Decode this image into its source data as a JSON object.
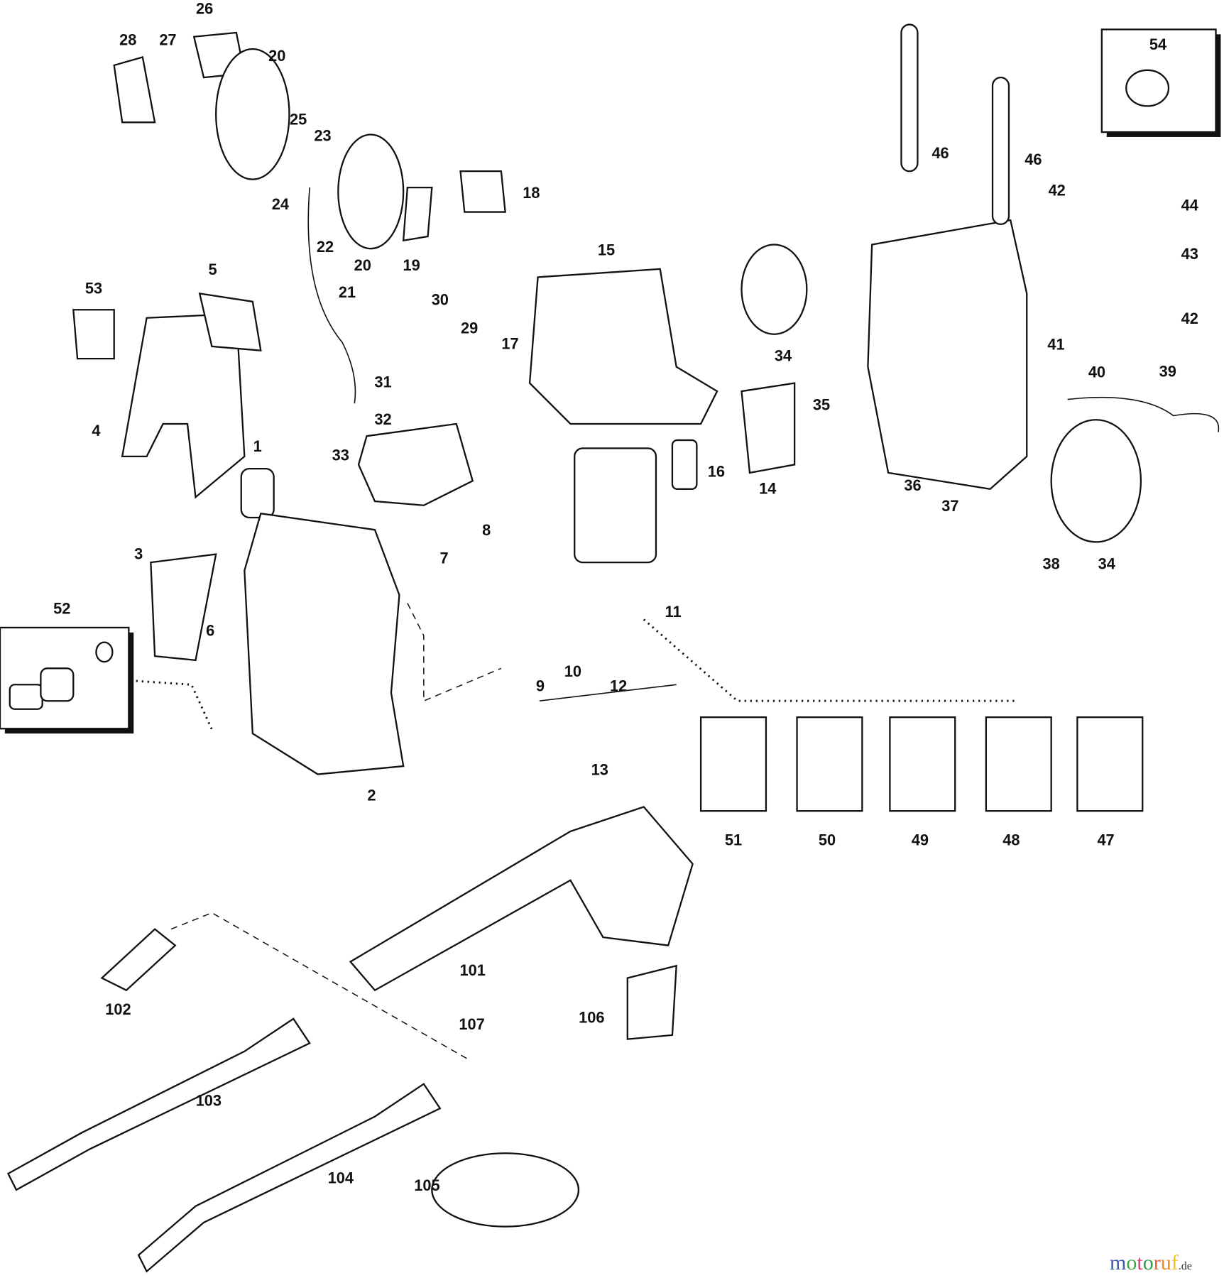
{
  "diagram": {
    "part_labels": [
      "26",
      "28",
      "27",
      "20",
      "25",
      "23",
      "24",
      "22",
      "20",
      "19",
      "18",
      "21",
      "15",
      "17",
      "30",
      "29",
      "31",
      "32",
      "33",
      "53",
      "5",
      "4",
      "1",
      "3",
      "6",
      "52",
      "2",
      "8",
      "7",
      "16",
      "11",
      "12",
      "10",
      "9",
      "13",
      "14",
      "34",
      "35",
      "36",
      "37",
      "38",
      "34",
      "39",
      "40",
      "41",
      "42",
      "42",
      "43",
      "44",
      "46",
      "46",
      "54",
      "51",
      "50",
      "49",
      "48",
      "47",
      "101",
      "102",
      "103",
      "104",
      "105",
      "106",
      "107"
    ]
  },
  "watermark": {
    "text": "motoruf",
    "suffix": ".de",
    "colors": [
      "#3a5ba8",
      "#3aa845",
      "#e0407a",
      "#2f9e4a",
      "#e8622c",
      "#f08a1e",
      "#f3c21a"
    ]
  }
}
